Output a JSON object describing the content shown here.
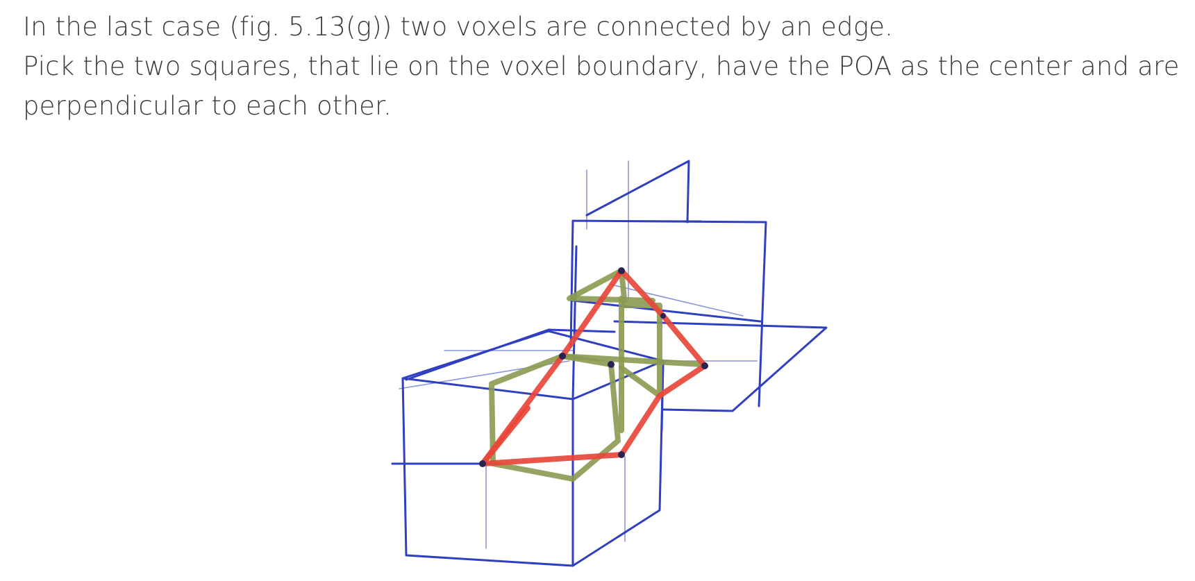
{
  "text": {
    "line1": "In the last case (fig. 5.13(g)) two voxels are connected by an edge.",
    "line2": "Pick the two squares, that lie on the voxel boundary, have the POA as the center and are",
    "line3": "perpendicular to each other."
  },
  "figure": {
    "colors": {
      "voxel_lines": "#2f3fc0",
      "square_a": "#8a9a50",
      "square_b": "#e8473a"
    }
  }
}
